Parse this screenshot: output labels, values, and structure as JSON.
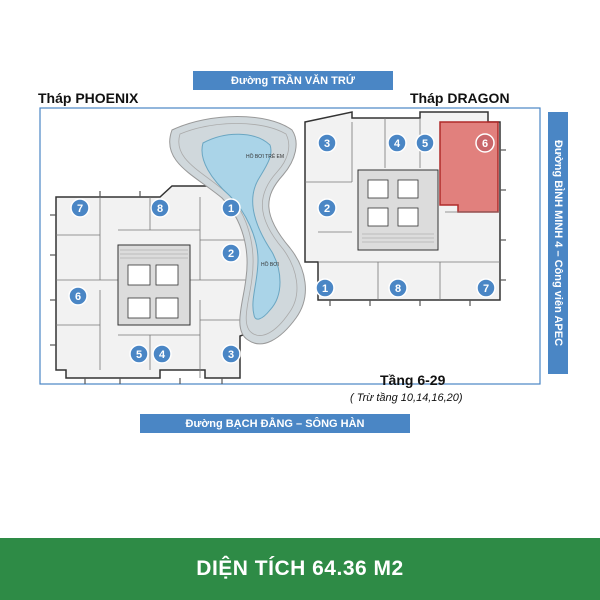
{
  "roads": {
    "top": "Đường TRẦN VĂN TRỨ",
    "bottom": "Đường BẠCH ĐẰNG – SÔNG HÀN",
    "right": "Đường BÌNH MINH 4 – Công viên APEC"
  },
  "towers": {
    "phoenix": "Tháp PHOENIX",
    "dragon": "Tháp DRAGON"
  },
  "floor": {
    "label": "Tầng 6-29",
    "note": "( Trừ tầng 10,14,16,20)"
  },
  "pool": {
    "label_top": "HỒ BƠI TRẺ EM",
    "label_main": "HỒ BƠI"
  },
  "phoenix_units": [
    "7",
    "8",
    "1",
    "2",
    "6",
    "5",
    "4",
    "3"
  ],
  "dragon_units": [
    "3",
    "4",
    "5",
    "6",
    "2",
    "1",
    "8",
    "7"
  ],
  "highlighted_unit": "6",
  "highlight_color": "#d9534f",
  "unit_marker_color": "#4a86c5",
  "area_caption": "DIỆN TÍCH 64.36 M2",
  "footer_color": "#2e8b46"
}
